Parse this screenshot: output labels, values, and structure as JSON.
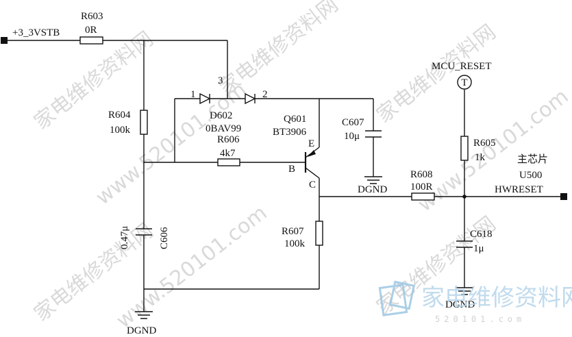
{
  "diagram": {
    "net_vstb": "+3_3VSTB",
    "r603": {
      "ref": "R603",
      "value": "0R"
    },
    "r604": {
      "ref": "R604",
      "value": "100k"
    },
    "d602": {
      "ref": "D602",
      "part": "0BAV99",
      "pin1": "1",
      "pin2": "2",
      "pin3": "3"
    },
    "r606": {
      "ref": "R606",
      "value": "4k7"
    },
    "q601": {
      "ref": "Q601",
      "part": "BT3906",
      "pin_b": "B",
      "pin_c": "C",
      "pin_e": "E"
    },
    "c607": {
      "ref": "C607",
      "value": "10μ"
    },
    "c606": {
      "ref": "C606",
      "value": "0.47μ"
    },
    "r607": {
      "ref": "R607",
      "value": "100k"
    },
    "r608": {
      "ref": "R608",
      "value": "100R"
    },
    "r605": {
      "ref": "R605",
      "value": "1k"
    },
    "c618": {
      "ref": "C618",
      "value": "1μ"
    },
    "testpoint": {
      "net": "MCU_RESET",
      "symbol": "T"
    },
    "output": {
      "chip": "主芯片",
      "chip_ref": "U500",
      "net": "HWRESET"
    },
    "ground_label": "DGND"
  },
  "watermark": {
    "cn": "家电维修资料网",
    "url": "www.520101.com",
    "logo_cn": "家电维修资料网",
    "logo_url": "520101.com"
  }
}
